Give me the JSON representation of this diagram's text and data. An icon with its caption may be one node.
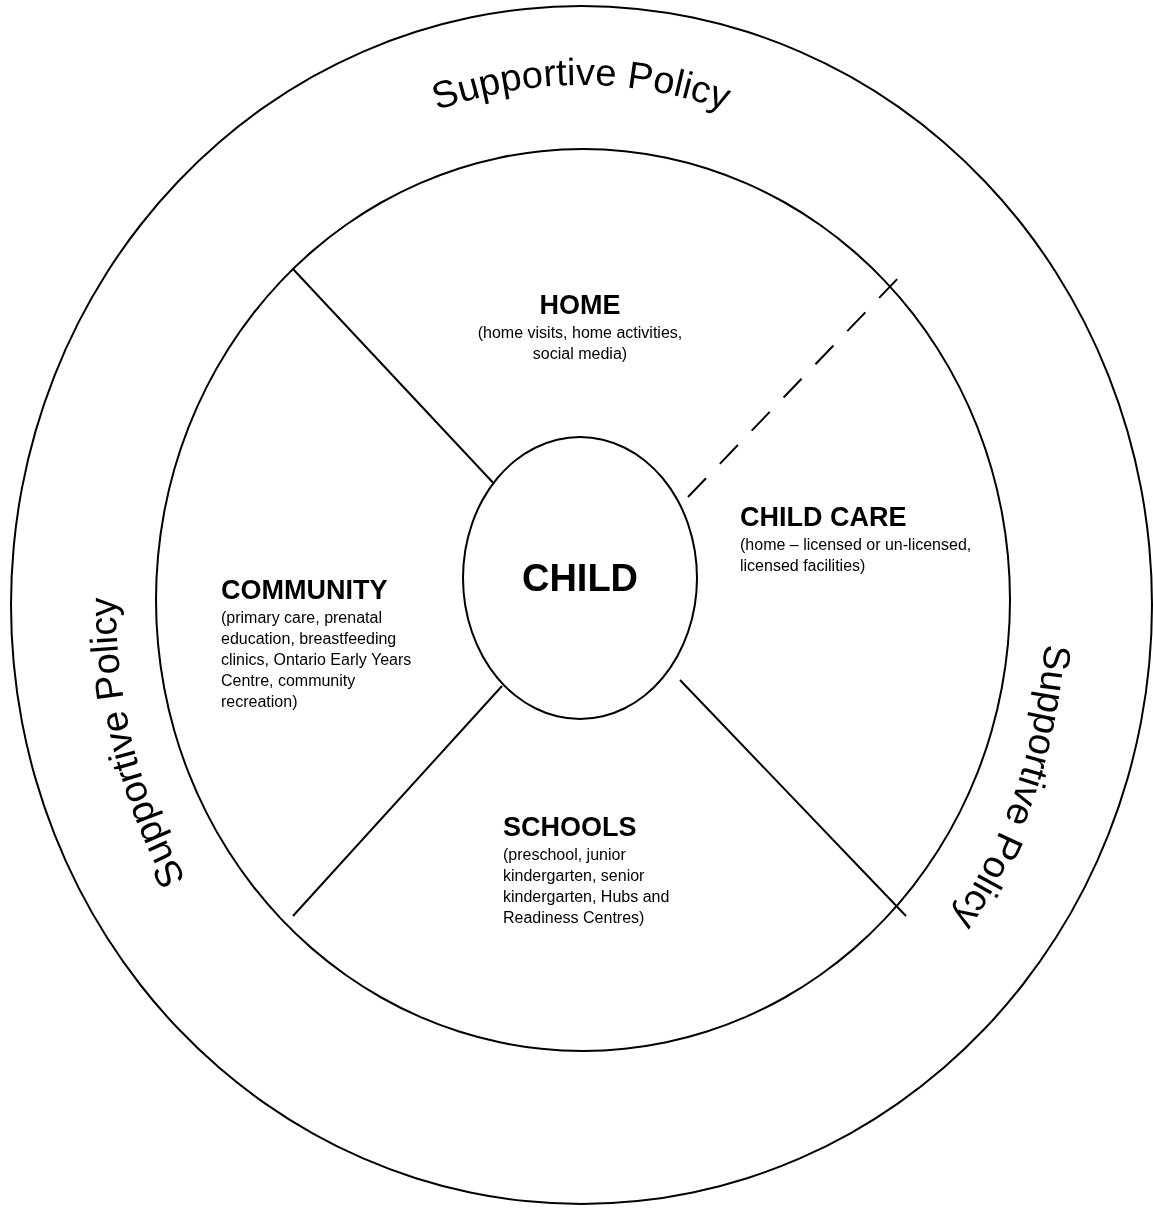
{
  "diagram": {
    "nodes": [
      {
        "text": [
          "Supportive Policy",
          "Supportive Policy",
          "Supportive Policy"
        ]
      },
      {
        "text": [],
        "shape": "circle",
        "in": 0
      },
      {
        "text": [
          "HOME",
          "(home visits, home activities, social media)"
        ],
        "in": 1
      },
      {
        "text": [
          "CHILD CARE",
          "(home – licensed or un-licensed, licensed facilities)"
        ],
        "in": 1
      },
      {
        "text": [
          "CHILD"
        ],
        "in": 1
      },
      {
        "text": [
          "COMMUNITY",
          "(primary care, prenatal education, breastfeeding clinics, Ontario Early Years Centre, community recreation)"
        ],
        "in": 1
      },
      {
        "text": [
          "SCHOOLS",
          "(preschool, junior kindergarten, senior kindergarten, Hubs and Readiness Centres)"
        ],
        "in": 1
      }
    ]
  }
}
